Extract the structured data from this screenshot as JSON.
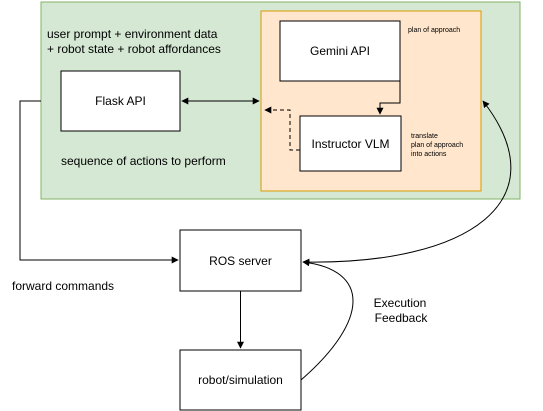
{
  "diagram": {
    "outer_group_label_line1": "user prompt + environment data",
    "outer_group_label_line2": "+ robot state + robot affordances",
    "sequence_label": "sequence of actions to perform",
    "nodes": {
      "flask": "Flask API",
      "gemini": "Gemini API",
      "instructor": "Instructor VLM",
      "ros": "ROS server",
      "robot": "robot/simulation"
    },
    "annotations": {
      "plan_of_approach": "plan of approach",
      "translate_line1": "translate",
      "translate_line2": "plan of approach",
      "translate_line3": "into actions",
      "forward_commands": "forward commands",
      "execution_line1": "Execution",
      "execution_line2": "Feedback"
    },
    "colors": {
      "outer_group_fill": "#d5e8d4",
      "outer_group_stroke": "#82b366",
      "inner_group_fill": "#ffe6cc",
      "inner_group_stroke": "#d79b00",
      "node_fill": "#ffffff",
      "stroke": "#000000"
    }
  }
}
